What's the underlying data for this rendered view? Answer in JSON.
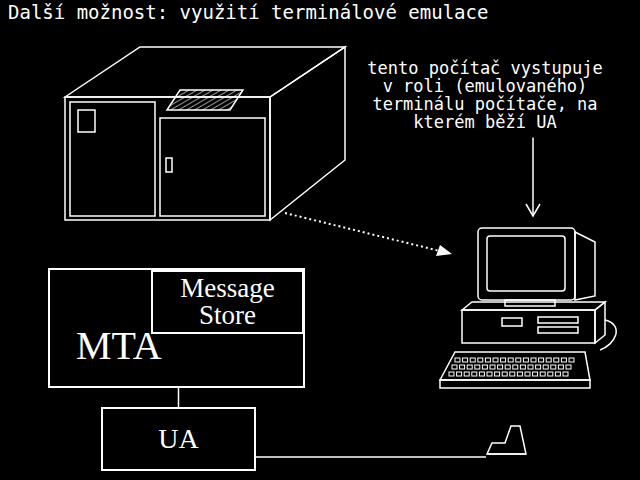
{
  "diagram": {
    "title": "Další možnost: využití terminálové emulace",
    "nodes": [
      {
        "text": [
          "MTA"
        ]
      },
      {
        "text": [
          "Message Store"
        ],
        "in": 0
      },
      {
        "text": [
          "UA"
        ]
      }
    ],
    "edges": [
      {
        "from": 0,
        "to": 2,
        "arrow": "none"
      }
    ],
    "labels": [
      "tento počítač vystupuje v roli (emulovaného) terminálu počítače, na kterém běží UA"
    ]
  }
}
